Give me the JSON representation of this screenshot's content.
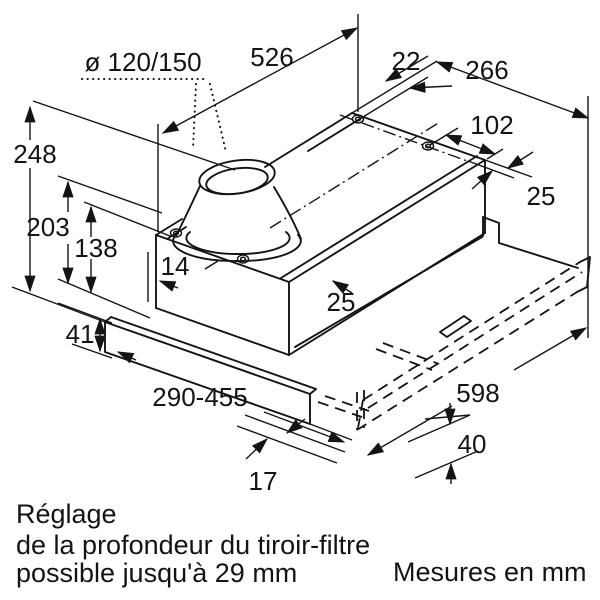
{
  "drawing": {
    "dimensions": {
      "duct": "ø 120/150",
      "width_top": "526",
      "back_rail_offset": "22",
      "depth_top": "266",
      "hole_offset": "102",
      "hole_inset_back": "25",
      "height_total": "248",
      "height_body": "203",
      "height_lower": "138",
      "wall_clearance": "14",
      "hole_inset_front": "25",
      "plinth_height": "41",
      "depth_range": "290-455",
      "width_front": "598",
      "step": "17",
      "panel_height": "40"
    },
    "annotation": {
      "line1": "Réglage",
      "line2": "de la profondeur du tiroir-filtre",
      "line3": "possible jusqu'à 29 mm"
    },
    "units_label": "Mesures en mm",
    "colors": {
      "ink": "#141414",
      "background": "#ffffff"
    }
  }
}
